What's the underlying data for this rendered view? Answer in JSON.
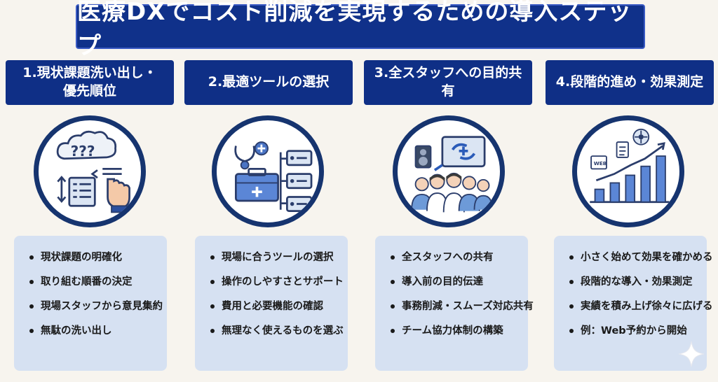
{
  "title": "医療DXでコスト削減を実現するための導入ステップ",
  "colors": {
    "navy": "#0f2f86",
    "card": "#d6e1f2",
    "background": "#f7f4ee"
  },
  "steps": [
    {
      "heading": "1.現状課題洗い出し・\n優先順位",
      "icon": "question-cloud-checklist-pointing-hand-icon",
      "items": [
        "現状課題の明確化",
        "取り組む順番の決定",
        "現場スタッフから意見集約",
        "無駄の洗い出し"
      ]
    },
    {
      "heading": "2.最適ツールの選択",
      "icon": "medical-toolbox-tools-icon",
      "items": [
        "現場に合うツールの選択",
        "操作のしやすさとサポート",
        "費用と必要機能の確認",
        "無理なく使えるものを選ぶ"
      ]
    },
    {
      "heading": "3.全スタッフへの目的共有",
      "icon": "staff-team-screen-speaker-icon",
      "items": [
        "全スタッフへの共有",
        "導入前の目的伝達",
        "事務削減・スムーズ対応共有",
        "チーム協力体制の構築"
      ]
    },
    {
      "heading": "4.段階的進め・効果測定",
      "icon": "growth-bar-chart-icon",
      "items": [
        "小さく始めて効果を確かめる",
        "段階的な導入・効果測定",
        "実績を積み上げ徐々に広げる",
        "例：Web予約から開始"
      ],
      "chart_web_label": "WEB"
    }
  ]
}
